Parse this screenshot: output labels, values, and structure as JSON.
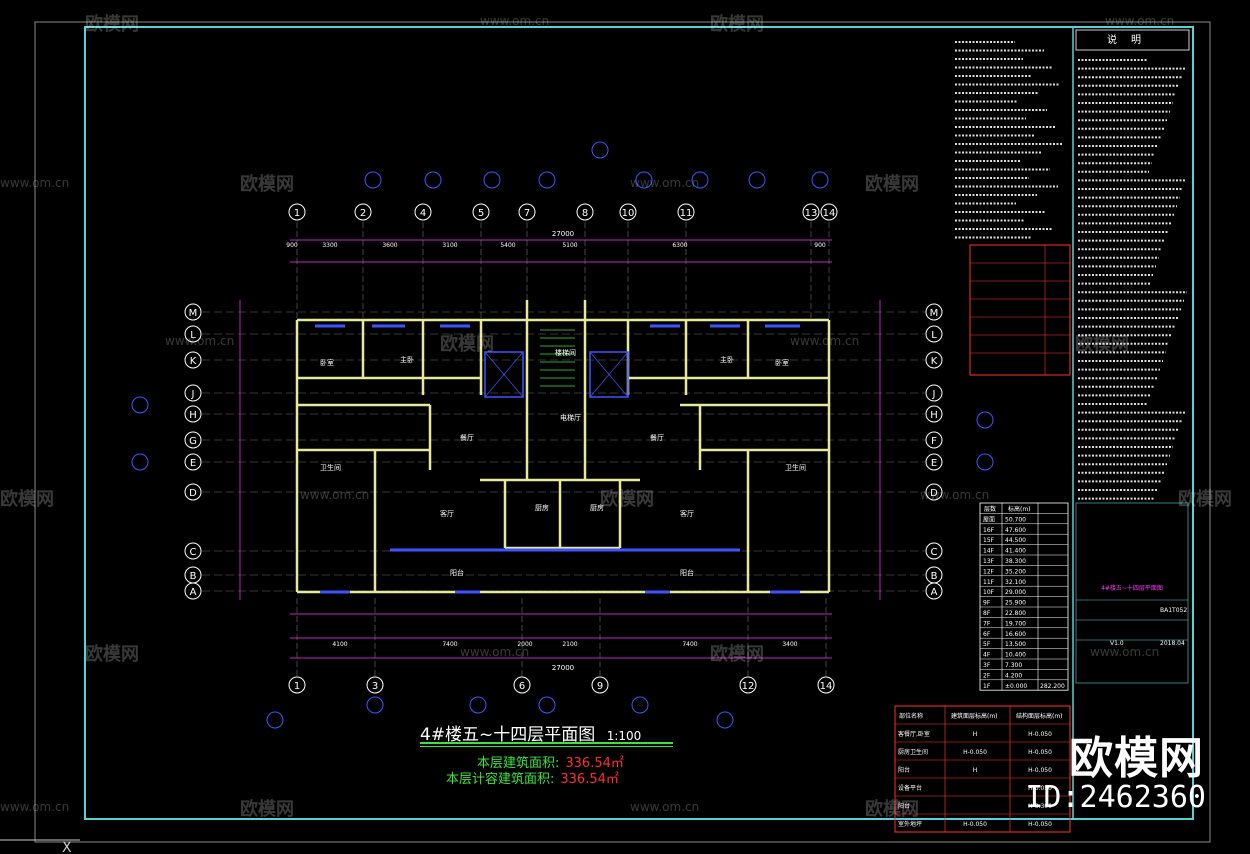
{
  "drawing": {
    "title": "4#楼五~十四层平面图",
    "scale": "1:100",
    "area_label": "本层建筑面积:",
    "area_value": "336.54㎡",
    "area_far_label": "本层计容建筑面积:",
    "area_far_value": "336.54㎡"
  },
  "notes": {
    "title": "说明"
  },
  "axes": {
    "top": [
      "1",
      "2",
      "4",
      "5",
      "7",
      "8",
      "10",
      "11",
      "13",
      "14"
    ],
    "bottom": [
      "1",
      "3",
      "6",
      "9",
      "12",
      "14"
    ],
    "left": [
      "M",
      "L",
      "K",
      "J",
      "H",
      "G",
      "E",
      "D",
      "C",
      "B",
      "A"
    ],
    "right": [
      "M",
      "L",
      "K",
      "J",
      "H",
      "F",
      "E",
      "D",
      "C",
      "B",
      "A"
    ]
  },
  "dimensions": {
    "overall": "27000",
    "top_segments": [
      "900",
      "3300",
      "3600",
      "3100",
      "5400",
      "5100",
      "6300",
      "900"
    ],
    "bottom_segments": [
      "4100",
      "7400",
      "2000",
      "2100",
      "7400",
      "3400"
    ]
  },
  "rooms": [
    "卧室",
    "主卧",
    "客厅",
    "餐厅",
    "厨房",
    "卫生间",
    "阳台",
    "楼梯间",
    "电梯厅"
  ],
  "elevation_table": {
    "header": [
      "层数",
      "标高(m)"
    ],
    "rows": [
      [
        "屋面",
        "50.700"
      ],
      [
        "16F",
        "47.600"
      ],
      [
        "15F",
        "44.500"
      ],
      [
        "14F",
        "41.400"
      ],
      [
        "13F",
        "38.300"
      ],
      [
        "12F",
        "35.200"
      ],
      [
        "11F",
        "32.100"
      ],
      [
        "10F",
        "29.000"
      ],
      [
        "9F",
        "25.900"
      ],
      [
        "8F",
        "22.800"
      ],
      [
        "7F",
        "19.700"
      ],
      [
        "6F",
        "16.600"
      ],
      [
        "5F",
        "13.500"
      ],
      [
        "4F",
        "10.400"
      ],
      [
        "3F",
        "7.300"
      ],
      [
        "2F",
        "4.200"
      ],
      [
        "1F",
        "±0.000"
      ]
    ],
    "total": "282.200"
  },
  "finish_table": {
    "header": [
      "部位名称",
      "建筑面层标高(m)",
      "结构面层标高(m)"
    ],
    "rows": [
      [
        "客餐厅,卧室",
        "H",
        "H-0.050"
      ],
      [
        "厨房卫生间",
        "H-0.050",
        "H-0.050"
      ],
      [
        "阳台",
        "H",
        "H-0.050"
      ],
      [
        "设备平台",
        "",
        "H-0.050"
      ],
      [
        "阳台",
        "",
        "H-0.300"
      ],
      [
        "室外地坪",
        "H-0.050",
        "H-0.050"
      ]
    ]
  },
  "title_block": {
    "drawing_name": "4#楼五~十四层平面图",
    "no": "BA1T052",
    "version": "V1.0",
    "date": "2018.04"
  },
  "watermark": {
    "brand": "欧模网",
    "id": "ID:2462360",
    "url": "www.om.cn"
  },
  "colors": {
    "background": "#000000",
    "frame": "#55d3d6",
    "wall": "#e6e89a",
    "dim": "#ff33ff",
    "axis": "#ffffff",
    "label": "#3ce33c",
    "blue": "#3e54ff",
    "red": "#ff3030"
  }
}
